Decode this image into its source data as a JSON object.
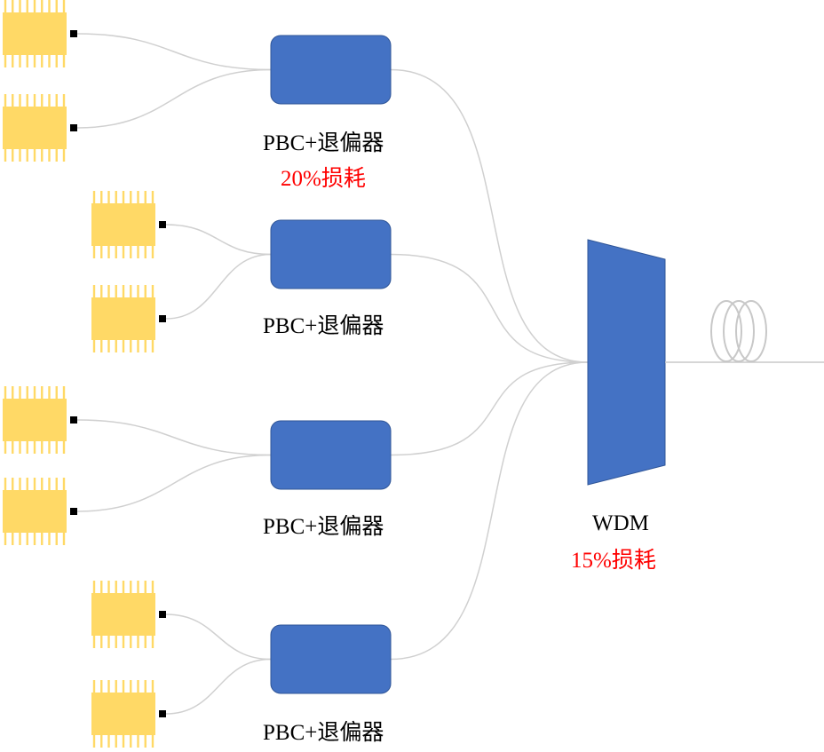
{
  "colors": {
    "laser_body": "#FFD966",
    "laser_pin": "#FFD966",
    "connector": "#000000",
    "pbc_box": "#4472C4",
    "pbc_border": "#2F5597",
    "wdm": "#4472C4",
    "fiber": "#D0D0D0",
    "loss_text": "#FF0000",
    "label_text": "#000000"
  },
  "icons": {
    "laser": "laser-chip-icon",
    "fiber_coil": "fiber-coil-icon"
  },
  "pbc_groups": [
    {
      "label": "PBC+退偏器",
      "loss": "20%损耗"
    },
    {
      "label": "PBC+退偏器"
    },
    {
      "label": "PBC+退偏器"
    },
    {
      "label": "PBC+退偏器"
    }
  ],
  "wdm": {
    "label": "WDM",
    "loss": "15%损耗"
  }
}
